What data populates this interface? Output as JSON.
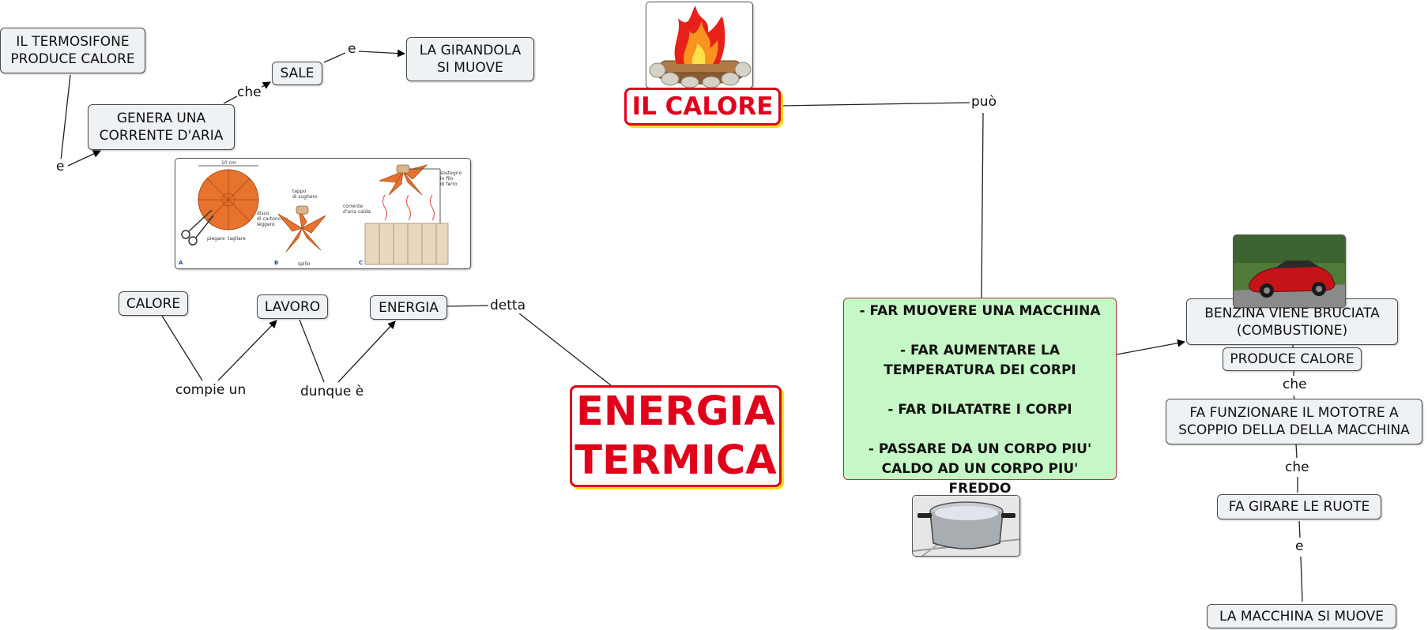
{
  "nodes": {
    "termosifone": "IL TERMOSIFONE\nPRODUCE CALORE",
    "sale": "SALE",
    "girandola": "LA GIRANDOLA\nSI MUOVE",
    "corrente": "GENERA UNA\nCORRENTE D'ARIA",
    "calore": "CALORE",
    "lavoro": "LAVORO",
    "energia": "ENERGIA",
    "benzina": "BENZINA VIENE BRUCIATA\n(COMBUSTIONE)",
    "produce_calore": "PRODUCE CALORE",
    "motore": "FA FUNZIONARE IL MOTOTRE A\nSCOPPIO DELLA DELLA MACCHINA",
    "ruote": "FA GIRARE LE RUOTE",
    "macchina_muove": "LA MACCHINA SI MUOVE"
  },
  "titles": {
    "il_calore": "IL CALORE",
    "energia_termica": "ENERGIA\nTERMICA"
  },
  "effects": [
    "- FAR MUOVERE UNA MACCHINA",
    "- FAR AUMENTARE LA TEMPERATURA DEI CORPI",
    "- FAR DILATATRE I CORPI",
    "- PASSARE DA UN CORPO PIU' CALDO AD UN CORPO PIU' FREDDO"
  ],
  "links": {
    "e1": "e",
    "che1": "che",
    "e2": "e",
    "compie": "compie un",
    "dunque": "dunque è",
    "detta": "detta",
    "puo": "può",
    "che2": "che",
    "che3": "che",
    "e3": "e"
  },
  "diagram_text": {
    "size": "10 cm",
    "disco": "disco\ndi cartoncino\nleggero",
    "piegare": "piegare",
    "tagliare": "tagliare",
    "tappo": "tappo\ndi sughero",
    "spillo": "spillo",
    "corrente": "corrente\nd'aria calda",
    "sostegno": "sostegno\nin filo\ndi ferro",
    "a": "A",
    "b": "B",
    "c": "C"
  }
}
